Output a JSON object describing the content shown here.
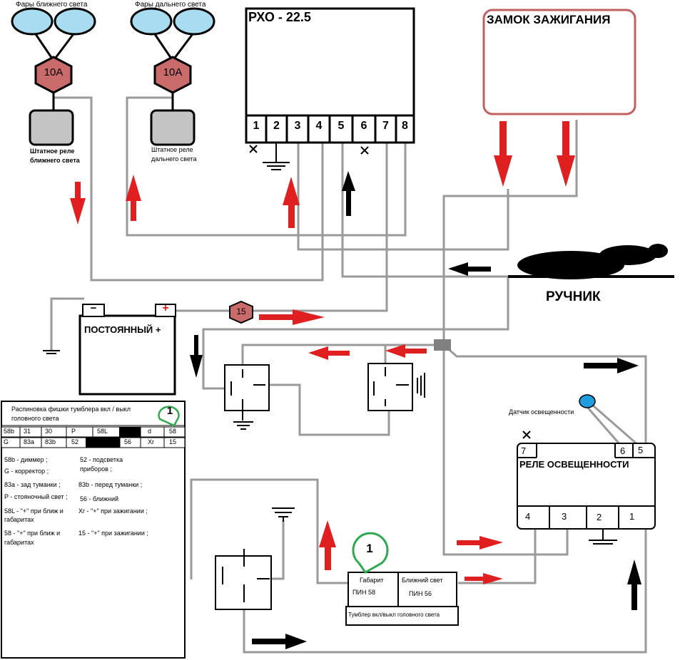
{
  "colors": {
    "wire": "#9a9a9a",
    "red_arrow": "#e02020",
    "black_arrow": "#000000",
    "fuse": "#c96b6b",
    "lamp": "#a8dcf0",
    "relay": "#c4c4c4",
    "ignition_border": "#c06060",
    "sensor": "#1e9de0",
    "callout": "#2fa84f"
  },
  "headlights": {
    "low_label": "Фары ближнего света",
    "high_label": "Фары дальнего света",
    "low_fuse": "10A",
    "high_fuse": "10A",
    "low_relay_line1": "Штатное реле",
    "low_relay_line2": "ближнего света",
    "high_relay_line1": "Штатное реле",
    "high_relay_line2": "дальнего света"
  },
  "rho": {
    "title": "РХО - 22.5",
    "pins": [
      "1",
      "2",
      "3",
      "4",
      "5",
      "6",
      "7",
      "8"
    ],
    "nc_mark": "×"
  },
  "ignition": {
    "title": "ЗАМОК ЗАЖИГАНИЯ"
  },
  "handbrake": {
    "label": "РУЧНИК"
  },
  "battery": {
    "minus": "−",
    "plus": "+",
    "label": "ПОСТОЯННЫЙ +",
    "fuse": "15"
  },
  "light_relay": {
    "title": "РЕЛЕ ОСВЕЩЕННОСТИ",
    "sensor_label": "Датчик освещенности",
    "pin_7": "7",
    "pin_6": "6",
    "pin_5": "5",
    "pin_4": "4",
    "pin_3": "3",
    "pin_2": "2",
    "pin_1": "1",
    "nc_mark": "×"
  },
  "switch": {
    "callout": "1",
    "cell1_title": "Габарит",
    "cell1_pin": "ПИН 58",
    "cell2_title": "Ближний свет",
    "cell2_pin": "ПИН 56",
    "caption": "Тумблер вкл/выкл головного света"
  },
  "pinout": {
    "title_line1": "Распиновка фишки тумблера вкл / выкл",
    "title_line2": "головного света",
    "callout": "1",
    "row1": [
      "58b",
      "31",
      "30",
      "P",
      "58L",
      "",
      "d",
      "58"
    ],
    "row2": [
      "G",
      "83a",
      "83b",
      "52",
      "",
      "56",
      "Xr",
      "15"
    ],
    "legend": [
      [
        "58b - диммер ;",
        "52 - подсветка"
      ],
      [
        "",
        "приборов ;"
      ],
      [
        "G - корректор ;",
        ""
      ],
      [
        "83a - зад туманки ;",
        "83b - перед туманки ;"
      ],
      [
        "P - стояночный свет ;",
        "56 - ближний"
      ],
      [
        "58L - \"+\" при ближ и",
        "Xr - \"+\" при зажигании ;"
      ],
      [
        "габаритах",
        ""
      ],
      [
        "58 - \"+\" при ближ и",
        "15 - \"+\" при зажигании ;"
      ],
      [
        "габаритах",
        ""
      ]
    ]
  }
}
